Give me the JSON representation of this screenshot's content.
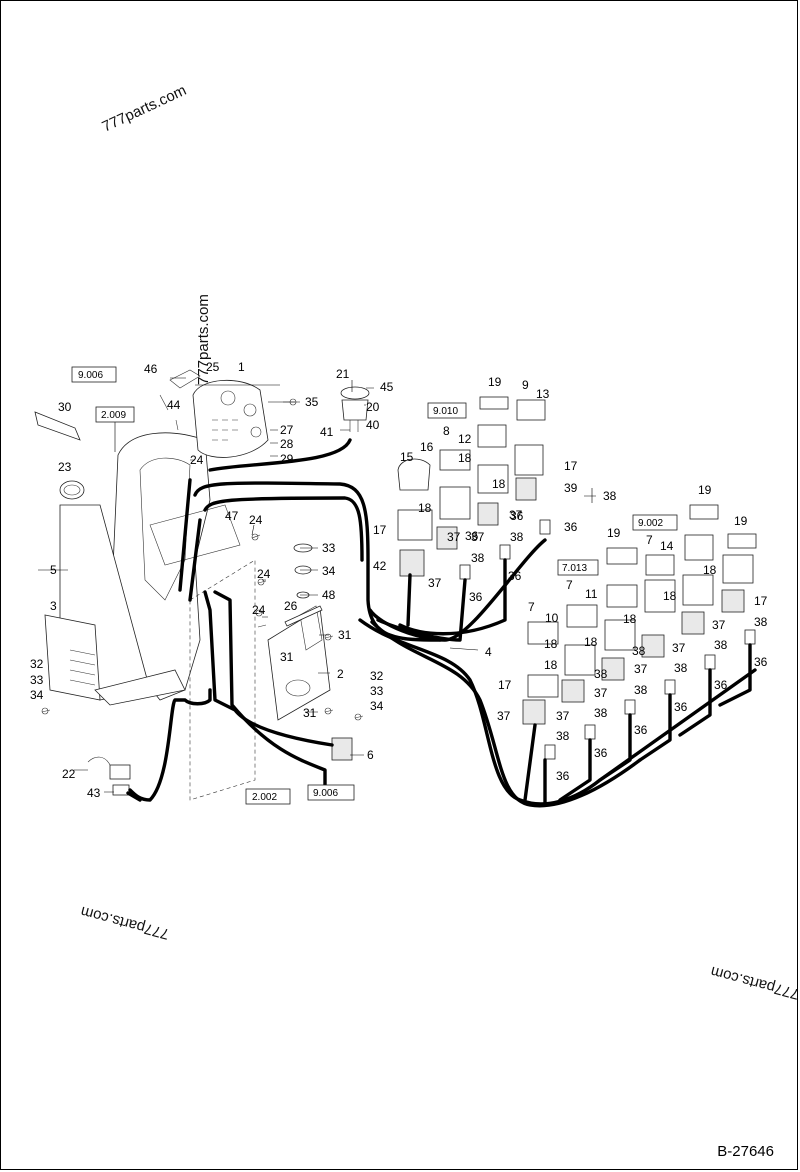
{
  "drawing_number": "B-27646",
  "watermarks": [
    "777parts.com",
    "777parts.com",
    "777parts.com",
    "777parts.com"
  ],
  "part_labels": {
    "p1": "1",
    "p2": "2",
    "p3": "3",
    "p4": "4",
    "p5": "5",
    "p6": "6",
    "p7a": "7",
    "p7b": "7",
    "p7c": "7",
    "p8": "8",
    "p9": "9",
    "p10": "10",
    "p11": "11",
    "p12": "12",
    "p13": "13",
    "p14": "14",
    "p15": "15",
    "p16": "16",
    "p17a": "17",
    "p17b": "17",
    "p17c": "17",
    "p17d": "17",
    "p18a": "18",
    "p18b": "18",
    "p18c": "18",
    "p18d": "18",
    "p18e": "18",
    "p18f": "18",
    "p18g": "18",
    "p18h": "18",
    "p18i": "18",
    "p19a": "19",
    "p19b": "19",
    "p19c": "19",
    "p19d": "19",
    "p20": "20",
    "p21": "21",
    "p22": "22",
    "p23": "23",
    "p24a": "24",
    "p24b": "24",
    "p24c": "24",
    "p24d": "24",
    "p25": "25",
    "p26": "26",
    "p27": "27",
    "p28": "28",
    "p29": "29",
    "p30": "30",
    "p31a": "31",
    "p31b": "31",
    "p31c": "31",
    "p32a": "32",
    "p32b": "32",
    "p33a": "33",
    "p33b": "33",
    "p33c": "33",
    "p34a": "34",
    "p34b": "34",
    "p34c": "34",
    "p35": "35",
    "p36a": "36",
    "p36b": "36",
    "p36c": "36",
    "p36d": "36",
    "p36e": "36",
    "p36f": "36",
    "p36g": "36",
    "p36h": "36",
    "p36i": "36",
    "p36j": "36",
    "p36k": "36",
    "p37a": "37",
    "p37b": "37",
    "p37c": "37",
    "p37d": "37",
    "p37e": "37",
    "p37f": "37",
    "p37g": "37",
    "p37h": "37",
    "p37i": "37",
    "p37j": "37",
    "p38a": "38",
    "p38b": "38",
    "p38c": "38",
    "p38d": "38",
    "p38e": "38",
    "p38f": "38",
    "p38g": "38",
    "p38h": "38",
    "p38i": "38",
    "p38j": "38",
    "p39": "39",
    "p40": "40",
    "p41": "41",
    "p42": "42",
    "p43": "43",
    "p44": "44",
    "p45": "45",
    "p46": "46",
    "p47": "47",
    "p48": "48"
  },
  "reference_boxes": {
    "r9006a": "9.006",
    "r2009": "2.009",
    "r9010": "9.010",
    "r9002": "9.002",
    "r7013": "7.013",
    "r2002": "2.002",
    "r9006b": "9.006"
  }
}
